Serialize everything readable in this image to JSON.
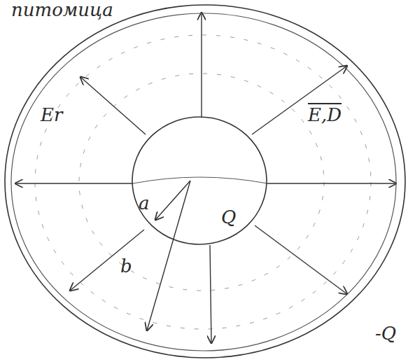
{
  "diagram": {
    "nodes": [
      {
        "text": [
          "-Q"
        ]
      },
      {
        "text": [
          "Q"
        ],
        "in": 0
      }
    ],
    "labels": [
      "питомица",
      "Er",
      "E,D",
      "a",
      "b"
    ]
  }
}
